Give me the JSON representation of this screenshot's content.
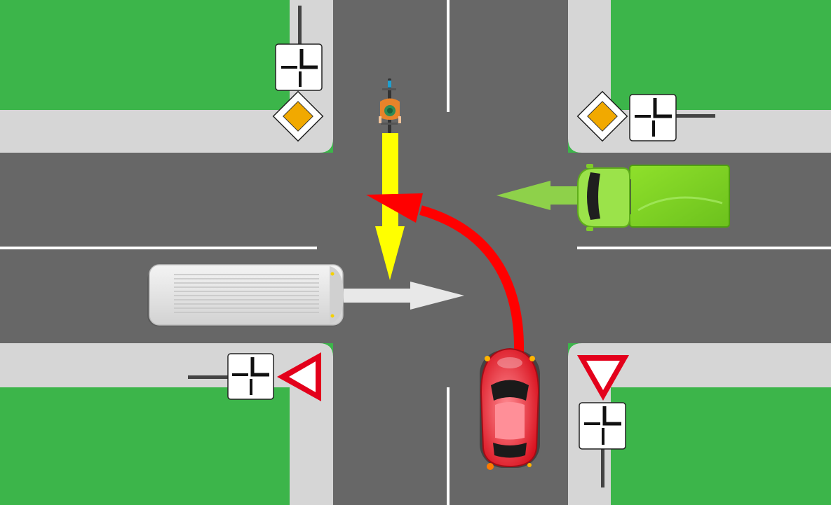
{
  "scene": {
    "type": "intersection-right-of-way-diagram",
    "colors": {
      "grass": "#3cb54a",
      "sidewalk": "#d6d6d6",
      "road": "#676767",
      "lane_marking": "#ffffff",
      "priority_sign_fill": "#f1a900",
      "yield_sign_border": "#e3001b",
      "truck_body": "#7ed321",
      "truck_cab": "#9be34a",
      "car_body": "#e41f2b",
      "bus_body": "#e6e6e6",
      "cyclist_shirt": "#e8832a",
      "arrow_red": "#ff0000",
      "arrow_yellow": "#ffff00",
      "arrow_green": "#8ed14a",
      "arrow_white": "#e8e8e8"
    },
    "signs": [
      {
        "id": "nw",
        "kind": "priority-road",
        "plate": "priority-road-direction"
      },
      {
        "id": "ne",
        "kind": "priority-road",
        "plate": "priority-road-direction"
      },
      {
        "id": "sw",
        "kind": "give-way",
        "plate": "priority-road-direction"
      },
      {
        "id": "se",
        "kind": "give-way",
        "plate": "priority-road-direction"
      }
    ],
    "vehicles": [
      {
        "id": "cyclist",
        "direction": "south"
      },
      {
        "id": "truck",
        "direction": "west"
      },
      {
        "id": "bus",
        "direction": "east"
      },
      {
        "id": "car",
        "direction": "north-turning-left"
      }
    ]
  }
}
